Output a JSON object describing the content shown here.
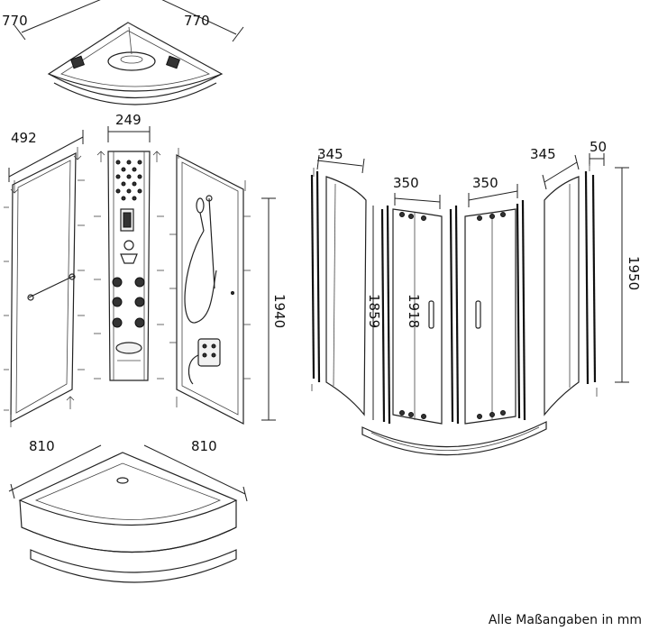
{
  "dims": {
    "top_left": "770",
    "top_right": "770",
    "panel_width": "492",
    "column_width": "249",
    "height_1940": "1940",
    "base_left": "810",
    "base_right": "810",
    "door_left": "345",
    "door_right": "345",
    "slide_left": "350",
    "slide_right": "350",
    "profile": "50",
    "height_1859": "1859",
    "height_1918": "1918",
    "height_1950": "1950"
  },
  "note": "Alle Maßangaben in mm"
}
